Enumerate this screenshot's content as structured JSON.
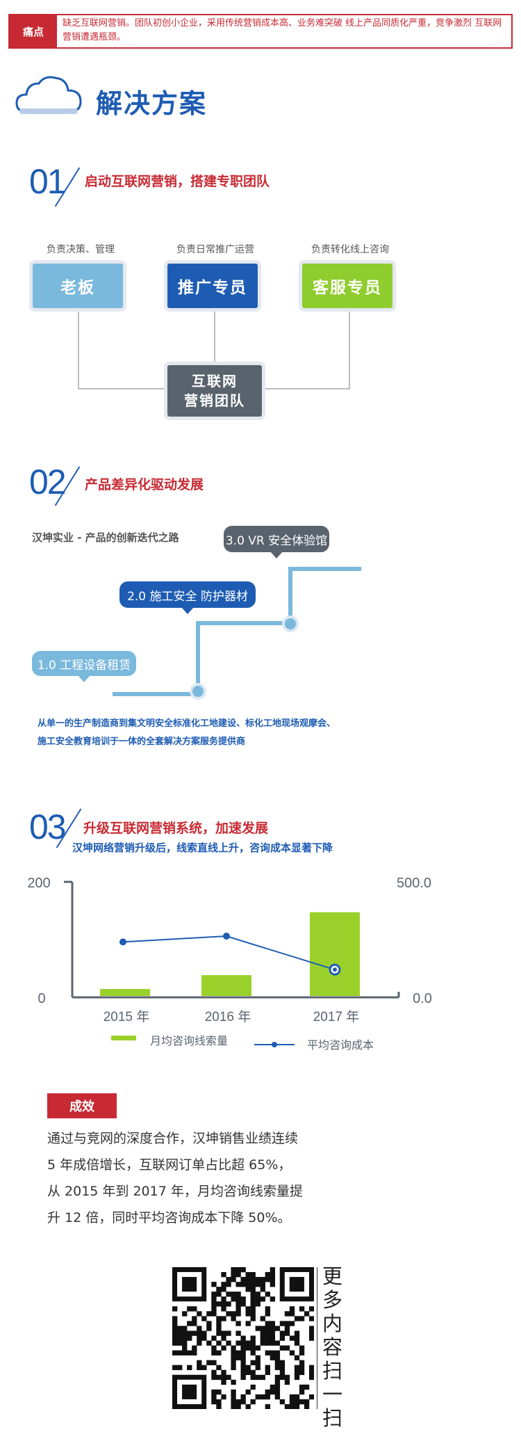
{
  "pain_point": {
    "tag": "痛点",
    "text": "缺乏互联网营销。团队初创小企业，采用传统营销成本高、业务难突破 线上产品同质化严重，竞争激烈 互联网营销遭遇瓶颈。"
  },
  "header": {
    "title": "解决方案",
    "icon": "cloud-icon"
  },
  "section1": {
    "num": "01",
    "title": "启动互联网营销，搭建专职团队",
    "roles": [
      {
        "caption": "负责决策、管理",
        "label": "老板",
        "color": "#7ab8dc"
      },
      {
        "caption": "负责日常推广运营",
        "label": "推广专员",
        "color": "#1e5cb3"
      },
      {
        "caption": "负责转化线上咨询",
        "label": "客服专员",
        "color": "#8fcc2e"
      }
    ],
    "team_line1": "互联网",
    "team_line2": "营销团队"
  },
  "section2": {
    "num": "02",
    "title": "产品差异化驱动发展",
    "subtitle": "汉坤实业 - 产品的创新迭代之路",
    "stages": [
      {
        "label": "1.0 工程设备租赁",
        "color": "#7ab8dc"
      },
      {
        "label": "2.0 施工安全 防护器材",
        "color": "#1e5cb3"
      },
      {
        "label": "3.0 VR 安全体验馆",
        "color": "#59636d"
      }
    ],
    "desc_line1": "从单一的生产制造商到集文明安全标准化工地建设、标化工地现场观摩会、",
    "desc_line2": "施工安全教育培训于一体的全套解决方案服务提供商"
  },
  "section3": {
    "num": "03",
    "title": "升级互联网营销系统，加速发展",
    "subtitle": "汉坤网络营销升级后，线索直线上升，咨询成本显著下降"
  },
  "chart_data": {
    "type": "bar",
    "categories": [
      "2015 年",
      "2016 年",
      "2017 年"
    ],
    "series": [
      {
        "name": "月均咨询线索量",
        "type": "bar",
        "axis": "left",
        "values": [
          12,
          36,
          145
        ],
        "color": "#99d12a"
      },
      {
        "name": "平均咨询成本",
        "type": "line",
        "axis": "right",
        "values": [
          240,
          265,
          120
        ],
        "color": "#1e5cb3"
      }
    ],
    "left_axis": {
      "min": 0,
      "max": 200,
      "ticks": [
        "0",
        "200"
      ]
    },
    "right_axis": {
      "min": 0,
      "max": 500,
      "ticks": [
        "0.0",
        "500.0"
      ]
    },
    "legend": "bottom"
  },
  "result": {
    "tag": "成效",
    "line1": "通过与竞网的深度合作，汉坤销售业绩连续",
    "line2": "5 年成倍增长，互联网订单占比超 65%，",
    "line3": "从 2015 年到 2017 年，月均咨询线索量提",
    "line4": "升 12 倍，同时平均咨询成本下降 50%。"
  },
  "qr": {
    "label": "更多内容扫一扫",
    "icon": "qr-code-icon"
  }
}
